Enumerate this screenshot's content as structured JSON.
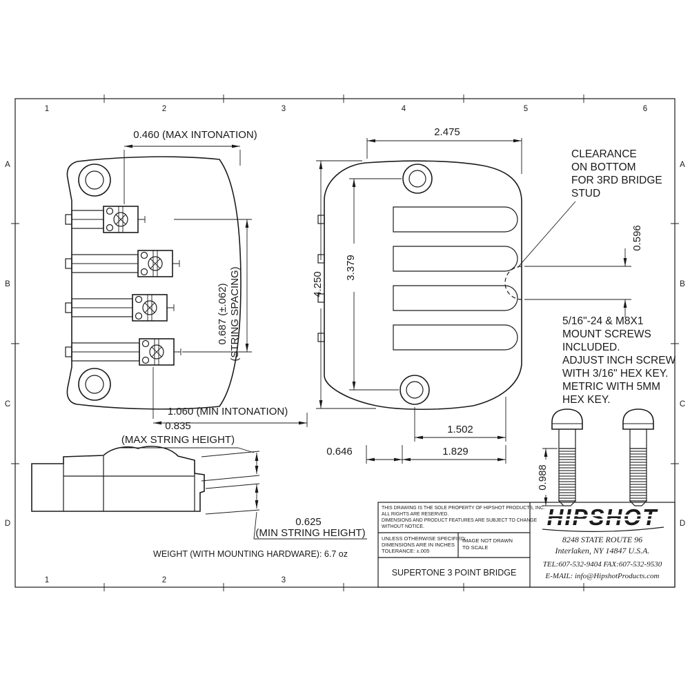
{
  "frame": {
    "top_labels": [
      "1",
      "2",
      "3",
      "4",
      "5",
      "6"
    ],
    "bottom_labels": [
      "1",
      "2",
      "3"
    ],
    "left_labels": [
      "A",
      "B",
      "C",
      "D"
    ],
    "right_labels": [
      "A",
      "B",
      "C",
      "D"
    ]
  },
  "dims": {
    "max_intonation": "0.460 (MAX INTONATION)",
    "plate_width": "2.475",
    "overall_length": "4.250",
    "hole_span": "3.379",
    "stud_clearance": "0.596",
    "string_spacing_value": "0.687 (±.062)",
    "string_spacing_label": "(STRING SPACING)",
    "min_intonation": "1.060 (MIN INTONATION)",
    "max_string_height_value": "0.835",
    "max_string_height_label": "(MAX STRING HEIGHT)",
    "min_string_height_value": "0.625",
    "min_string_height_label": "(MIN STRING HEIGHT)",
    "hole_to_edge": "1.502",
    "edge_offset": "0.646",
    "stud_spacing": "1.829",
    "screw_length": "0.988"
  },
  "notes": {
    "clearance": [
      "CLEARANCE",
      "ON BOTTOM",
      "FOR 3RD BRIDGE",
      "STUD"
    ],
    "mount_screws": [
      "5/16\"-24 & M8X1",
      "MOUNT SCREWS",
      "INCLUDED.",
      "ADJUST INCH SCREW",
      "WITH 3/16\" HEX KEY.",
      "METRIC WITH 5MM",
      "HEX KEY."
    ],
    "weight": "WEIGHT (WITH MOUNTING HARDWARE): 6.7 oz"
  },
  "title_block": {
    "legal_lines": [
      "THIS DRAWING IS THE SOLE PROPERTY OF HIPSHOT PRODUCTS, INC.",
      "ALL RIGHTS ARE RESERVED.",
      "DIMENSIONS AND PRODUCT FEATURES ARE SUBJECT TO CHANGE",
      "WITHOUT NOTICE."
    ],
    "spec_lines": [
      "UNLESS OTHERWISE SPECIFIED:",
      "DIMENSIONS ARE IN INCHES",
      "TOLERANCE: ±.005"
    ],
    "scale_lines": [
      "IMAGE NOT DRAWN",
      "TO SCALE"
    ],
    "drawing_title": "SUPERTONE 3 POINT BRIDGE",
    "logo_text": "HIPSHOT",
    "address_lines": [
      "8248 STATE ROUTE 96",
      "Interlaken, NY 14847 U.S.A."
    ],
    "contact_lines": [
      "TEL:607-532-9404 FAX:607-532-9530",
      "E-MAIL: info@HipshotProducts.com"
    ]
  }
}
